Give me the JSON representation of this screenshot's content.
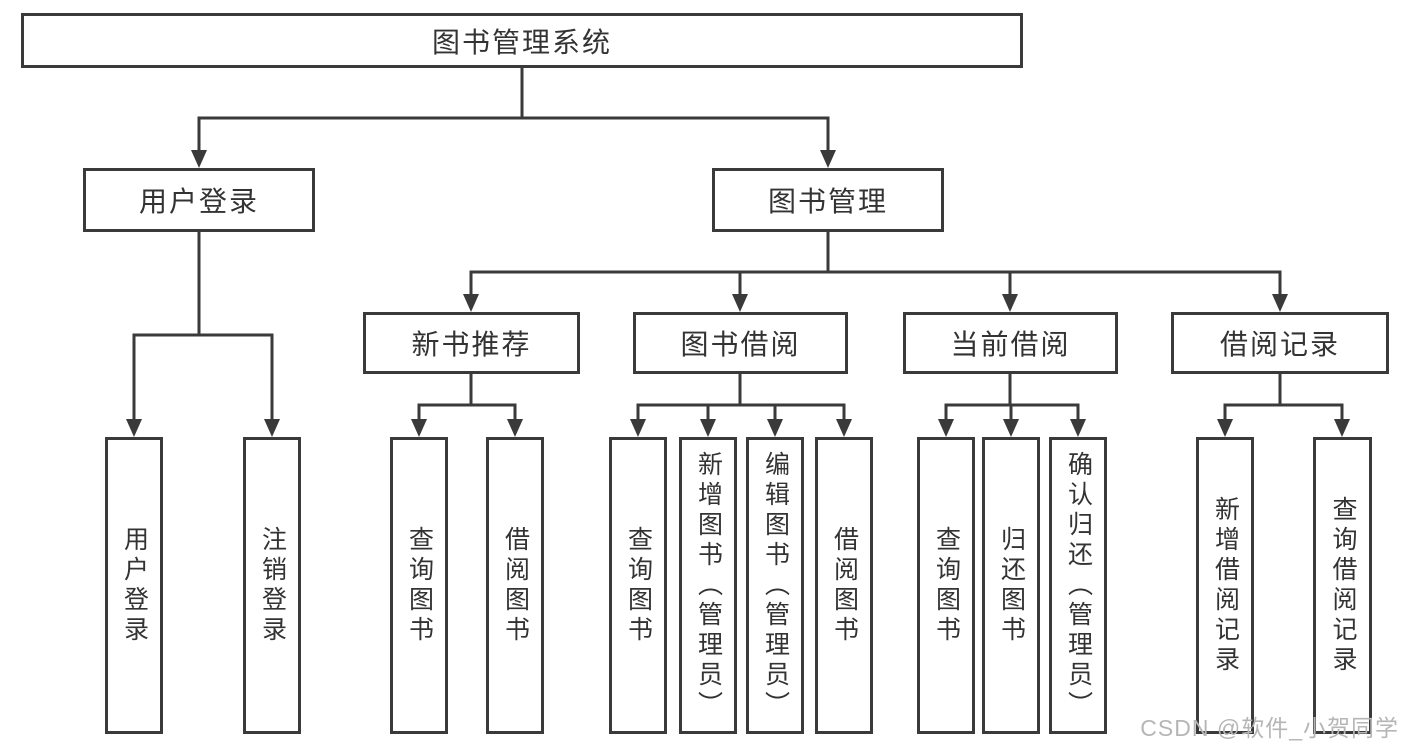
{
  "tree": {
    "root": {
      "label": "图书管理系统"
    },
    "branches": [
      {
        "label": "用户登录",
        "children": [
          {
            "label": "用户登录"
          },
          {
            "label": "注销登录"
          }
        ]
      },
      {
        "label": "图书管理",
        "children": [
          {
            "label": "新书推荐",
            "children": [
              {
                "label": "查询图书"
              },
              {
                "label": "借阅图书"
              }
            ]
          },
          {
            "label": "图书借阅",
            "children": [
              {
                "label": "查询图书"
              },
              {
                "label": "新增图书（管理员）"
              },
              {
                "label": "编辑图书（管理员）"
              },
              {
                "label": "借阅图书"
              }
            ]
          },
          {
            "label": "当前借阅",
            "children": [
              {
                "label": "查询图书"
              },
              {
                "label": "归还图书"
              },
              {
                "label": "确认归还（管理员）"
              }
            ]
          },
          {
            "label": "借阅记录",
            "children": [
              {
                "label": "新增借阅记录"
              },
              {
                "label": "查询借阅记录"
              }
            ]
          }
        ]
      }
    ]
  },
  "watermark": "CSDN @软件_小贺同学",
  "colors": {
    "line": "#3a3a3a",
    "text": "#333333",
    "box_background": "#ffffff",
    "page_background": "#ffffff",
    "watermark": "#b6b6b6"
  }
}
